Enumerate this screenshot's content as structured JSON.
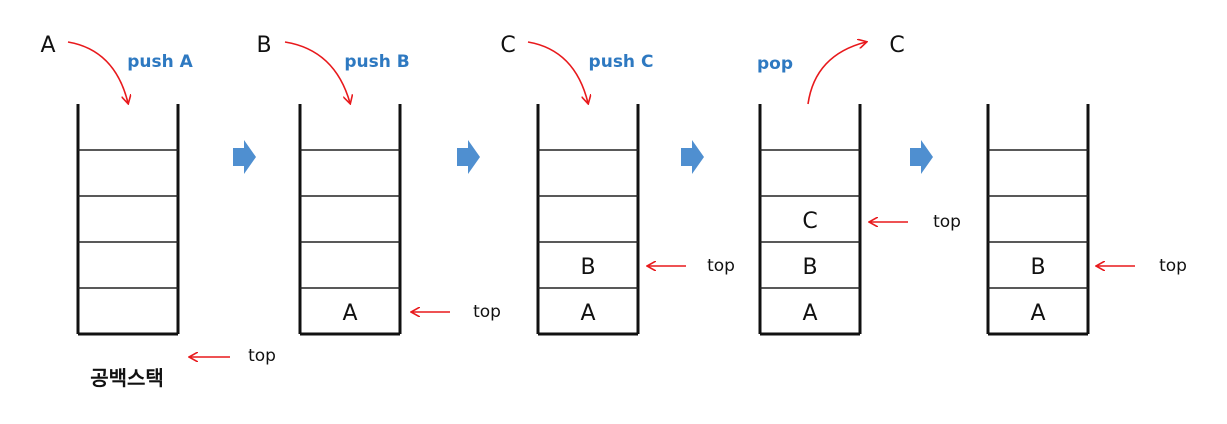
{
  "colors": {
    "stack_line": "#111111",
    "cell_line": "#222222",
    "pointer_arrow": "#e8191c",
    "operation_text": "#2e79c1",
    "flow_arrow": "#4f8fd0"
  },
  "stacks": [
    {
      "operation": "push A",
      "element": "A",
      "cells": [
        "",
        "",
        "",
        "",
        ""
      ],
      "top_label": "top",
      "empty_label": "공백스택"
    },
    {
      "operation": "push B",
      "element": "B",
      "cells": [
        "",
        "",
        "",
        "",
        "A"
      ],
      "top_label": "top"
    },
    {
      "operation": "push C",
      "element": "C",
      "cells": [
        "",
        "",
        "",
        "B",
        "A"
      ],
      "top_label": "top"
    },
    {
      "operation": "pop",
      "element": "C",
      "cells": [
        "",
        "",
        "C",
        "B",
        "A"
      ],
      "top_label": "top"
    },
    {
      "operation": "",
      "element": "",
      "cells": [
        "",
        "",
        "",
        "B",
        "A"
      ],
      "top_label": "top"
    }
  ],
  "flow_arrow_icon": "right-arrow-icon",
  "pointer_icon": "left-arrow-icon"
}
